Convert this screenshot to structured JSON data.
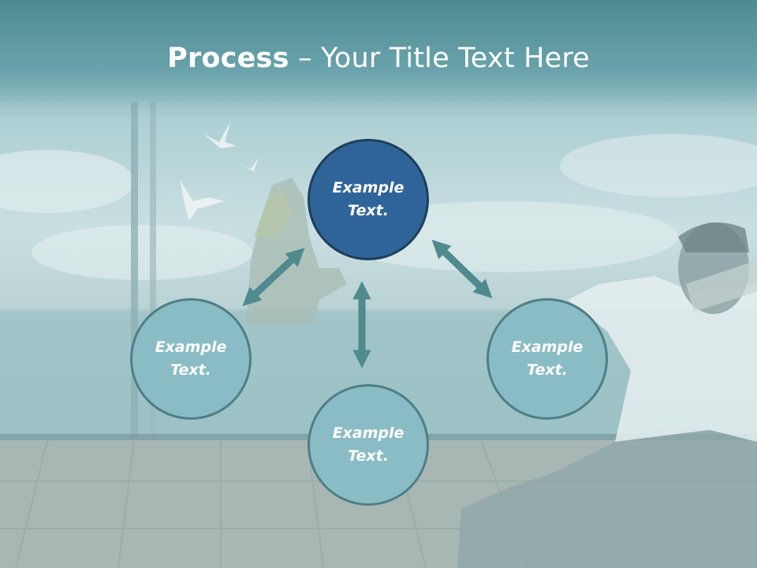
{
  "title": {
    "bold": "Process",
    "rest": " – Your Title Text Here"
  },
  "nodes": [
    {
      "id": "top",
      "label": "Example Text."
    },
    {
      "id": "left",
      "label": "Example Text."
    },
    {
      "id": "right",
      "label": "Example Text."
    },
    {
      "id": "bottom",
      "label": "Example Text."
    }
  ],
  "colors": {
    "header": "#5b969e",
    "node_teal": "#89bcc4",
    "node_blue": "#2f6499",
    "arrow": "#4f8a8f"
  }
}
